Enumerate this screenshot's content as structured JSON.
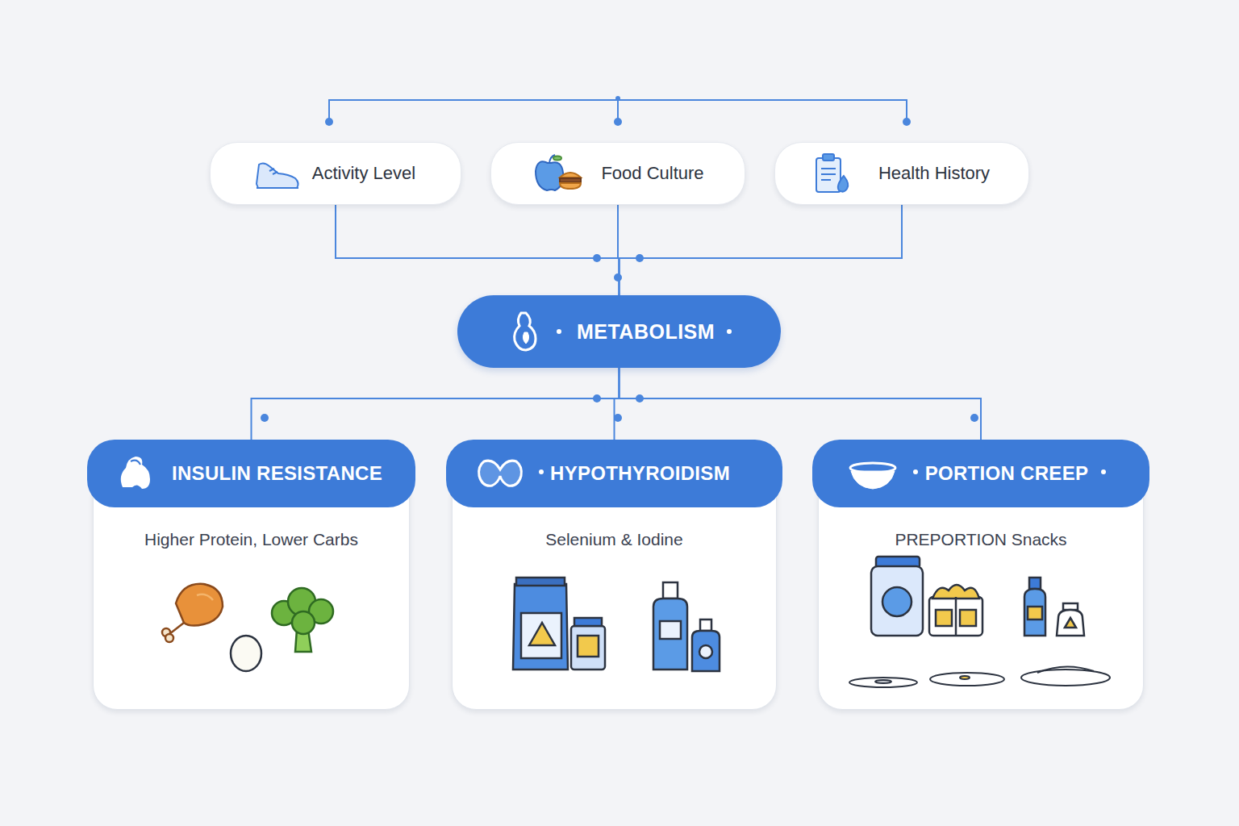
{
  "diagram": {
    "nodes": [
      {
        "text": [
          "Activity Level"
        ]
      },
      {
        "text": [
          "Food Culture"
        ]
      },
      {
        "text": [
          "Health History"
        ]
      },
      {
        "text": [
          "METABOLISM"
        ]
      },
      {
        "text": [
          "INSULIN RESISTANCE",
          "Higher Protein, Lower Carbs"
        ]
      },
      {
        "text": [
          "HYPOTHYROIDISM",
          "Selenium & Iodine"
        ]
      },
      {
        "text": [
          "PORTION CREEP",
          "PREPORTION Snacks"
        ]
      }
    ],
    "edges": [
      {
        "from": 0,
        "to": 3,
        "arrow": "none"
      },
      {
        "from": 1,
        "to": 3,
        "arrow": "none"
      },
      {
        "from": 2,
        "to": 3,
        "arrow": "none"
      },
      {
        "from": 3,
        "to": 4,
        "arrow": "none"
      },
      {
        "from": 3,
        "to": 5,
        "arrow": "none"
      },
      {
        "from": 3,
        "to": 6,
        "arrow": "none"
      }
    ]
  }
}
